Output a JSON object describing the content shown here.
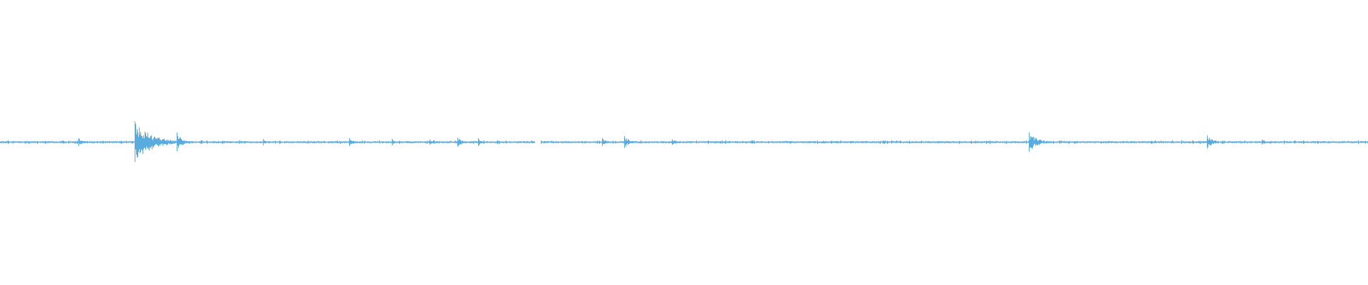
{
  "chart_data": {
    "type": "waveform",
    "color": "#5aabe0",
    "background": "#ffffff",
    "amplitude_range": [
      -1,
      1
    ],
    "baseline_noise": 0.005,
    "silent_segments": [
      [
        0.391,
        0.395
      ]
    ],
    "events": [
      {
        "t": 0.057,
        "peak": 0.03,
        "decay": 0.004
      },
      {
        "t": 0.098,
        "peak": 0.15,
        "decay": 0.012
      },
      {
        "t": 0.129,
        "peak": 0.07,
        "decay": 0.004
      },
      {
        "t": 0.192,
        "peak": 0.025,
        "decay": 0.002
      },
      {
        "t": 0.255,
        "peak": 0.03,
        "decay": 0.003
      },
      {
        "t": 0.286,
        "peak": 0.03,
        "decay": 0.002
      },
      {
        "t": 0.314,
        "peak": 0.02,
        "decay": 0.002
      },
      {
        "t": 0.334,
        "peak": 0.035,
        "decay": 0.004
      },
      {
        "t": 0.349,
        "peak": 0.035,
        "decay": 0.002
      },
      {
        "t": 0.44,
        "peak": 0.03,
        "decay": 0.003
      },
      {
        "t": 0.456,
        "peak": 0.045,
        "decay": 0.004
      },
      {
        "t": 0.491,
        "peak": 0.02,
        "decay": 0.004
      },
      {
        "t": 0.645,
        "peak": 0.015,
        "decay": 0.002
      },
      {
        "t": 0.752,
        "peak": 0.07,
        "decay": 0.006
      },
      {
        "t": 0.882,
        "peak": 0.05,
        "decay": 0.004
      },
      {
        "t": 0.922,
        "peak": 0.02,
        "decay": 0.003
      }
    ]
  }
}
